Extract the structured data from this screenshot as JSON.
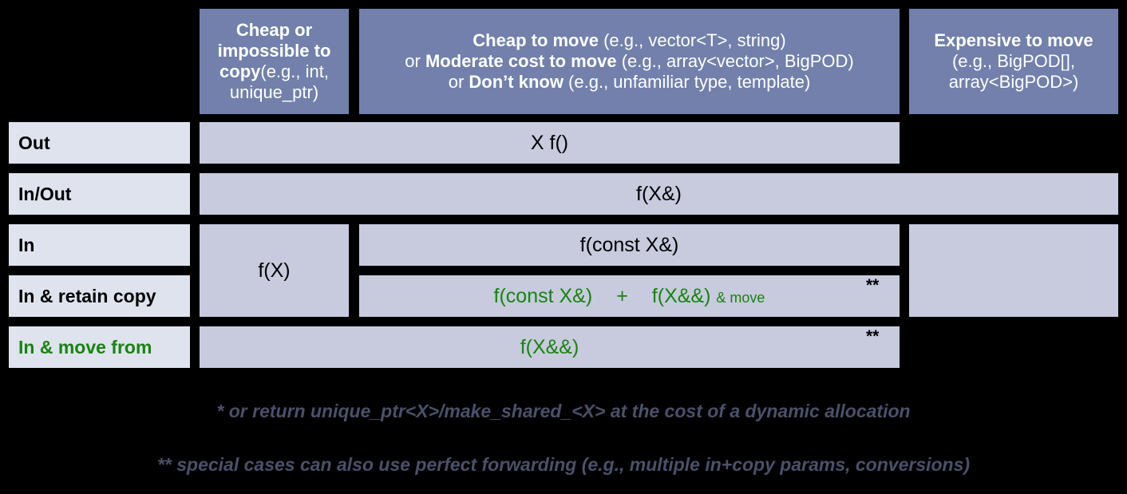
{
  "table": {
    "corner": "",
    "columns": [
      {
        "id": "cheap-or-impossible-to-copy",
        "strong": "Cheap or impossible to copy",
        "example": "(e.g., int, unique_ptr)"
      },
      {
        "id": "cheap-to-move",
        "line1_strong": "Cheap to move",
        "line1_example": " (e.g., vector<T>, string)",
        "line2_prefix": "or ",
        "line2_strong": "Moderate cost to move",
        "line2_example": " (e.g., array<vector>, BigPOD)",
        "line3_prefix": "or ",
        "line3_strong": "Don’t know",
        "line3_example": " (e.g., unfamiliar type, template)"
      },
      {
        "id": "expensive-to-move",
        "strong": "Expensive to move",
        "example": "(e.g., BigPOD[], array<BigPOD>)"
      }
    ],
    "rows": [
      {
        "id": "out",
        "label": "Out",
        "label_color": "black",
        "signature": "X f()"
      },
      {
        "id": "in-out",
        "label": "In/Out",
        "label_color": "black",
        "signature": "f(X&)"
      },
      {
        "id": "in",
        "label": "In",
        "label_color": "black",
        "signature_left": "f(X)",
        "signature": "f(const X&)"
      },
      {
        "id": "in-retain-copy",
        "label": "In & retain copy",
        "label_color": "black",
        "sig_part1": "f(const X&)",
        "sig_plus": "+",
        "sig_part2": "f(X&&)",
        "sig_suffix": "& move",
        "footnote_mark": "**"
      },
      {
        "id": "in-move-from",
        "label": "In & move from",
        "label_color": "green",
        "signature": "f(X&&)",
        "footnote_mark": "**"
      }
    ]
  },
  "footnotes": [
    "* or return unique_ptr<X>/make_shared_<X> at the cost of a dynamic allocation",
    "** special cases can also use perfect forwarding (e.g., multiple in+copy params, conversions)"
  ],
  "colors": {
    "background": "#000000",
    "header_fill": "#7280ab",
    "header_text": "#ffffff",
    "row_label_fill": "#dfe3ee",
    "body_cell_fill": "#c7cbdd",
    "accent_green": "#1a8311",
    "footnote_text": "#4b506a"
  }
}
